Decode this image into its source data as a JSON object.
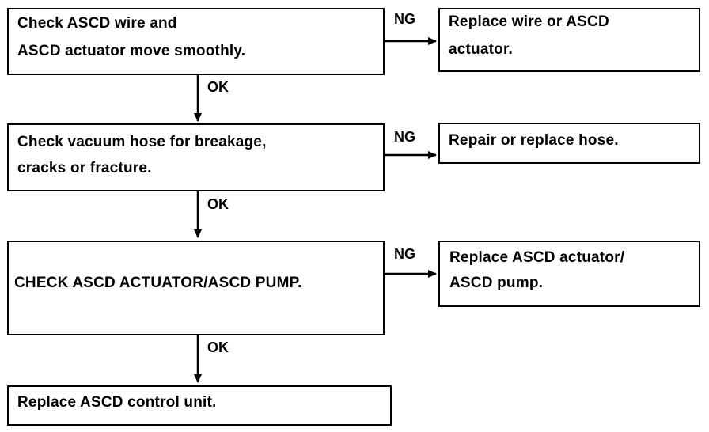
{
  "flowchart": {
    "steps": [
      {
        "check": [
          "Check ASCD wire and",
          "ASCD actuator move smoothly."
        ],
        "ng_label": "NG",
        "remedy": [
          "Replace wire or ASCD",
          "actuator."
        ],
        "ok_label": "OK"
      },
      {
        "check": [
          "Check vacuum hose for breakage,",
          "cracks or fracture."
        ],
        "ng_label": "NG",
        "remedy": [
          "Repair or replace hose."
        ],
        "ok_label": "OK"
      },
      {
        "check": [
          "CHECK ASCD ACTUATOR/ASCD PUMP."
        ],
        "ng_label": "NG",
        "remedy": [
          "Replace ASCD actuator/",
          "ASCD pump."
        ],
        "ok_label": "OK"
      }
    ],
    "final": [
      "Replace ASCD control unit."
    ]
  }
}
